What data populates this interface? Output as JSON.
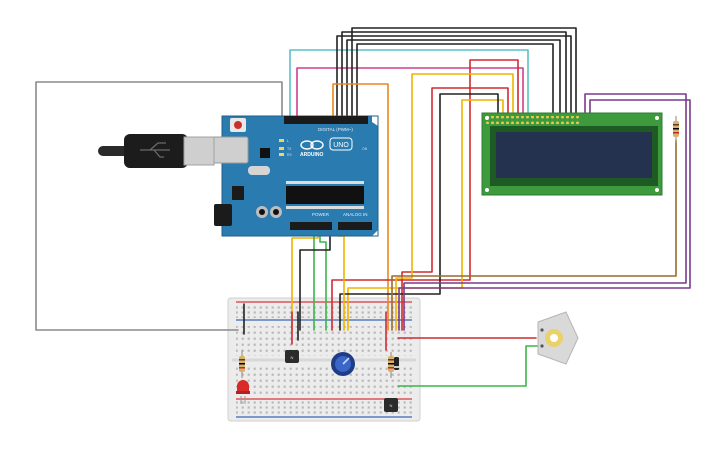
{
  "arduino": {
    "brand": "ARDUINO",
    "model": "UNO",
    "digital_label": "DIGITAL (PWM~)",
    "power_label": "POWER",
    "analog_label": "ANALOG IN",
    "tx_label": "TX",
    "rx_label": "RX",
    "l_label": "L",
    "on_label": "ON"
  },
  "breadboard": {
    "npn_top_label": "N",
    "npn_bottom_label": "N"
  },
  "colors": {
    "board": "#2a7bb0",
    "lcd_pcb": "#3d9a3d",
    "lcd_screen": "#25324f",
    "breadboard": "#ededed",
    "rail_red": "#d9363e",
    "rail_blue": "#3a67b5",
    "wire_red": "#d02a33",
    "wire_black": "#222222",
    "wire_yellow": "#f0b400",
    "wire_orange": "#e8881c",
    "wire_green": "#3bb54a",
    "wire_cyan": "#59c2c8",
    "wire_magenta": "#cf3f8b",
    "wire_purple": "#7a3a8a",
    "wire_brown": "#9a6a2a",
    "wire_grey": "#888888"
  },
  "icons": [
    "usb-cable-icon",
    "motor-icon",
    "led-icon",
    "potentiometer-icon",
    "transistor-icon",
    "resistor-icon"
  ]
}
